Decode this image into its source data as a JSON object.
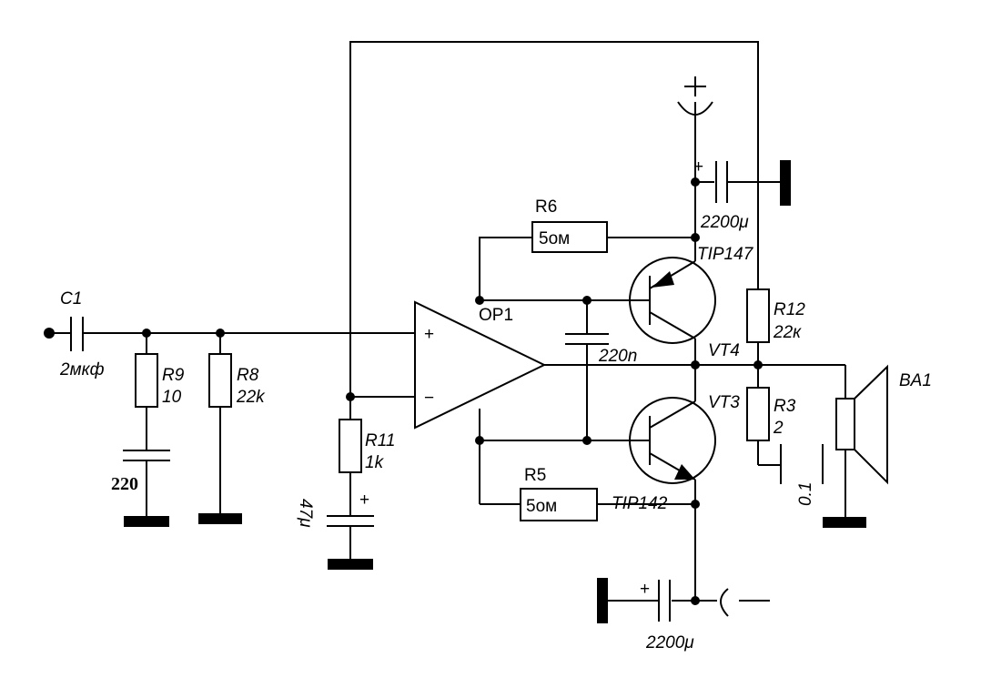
{
  "components": {
    "c1": {
      "ref": "C1",
      "value": "2мкф"
    },
    "r9": {
      "ref": "R9",
      "value": "10"
    },
    "r8": {
      "ref": "R8",
      "value": "22k"
    },
    "c_filter": {
      "value": "220"
    },
    "r11": {
      "ref": "R11",
      "value": "1k"
    },
    "c_fb": {
      "value": "47μ",
      "polarity": "+"
    },
    "op1": {
      "ref": "OP1",
      "plus": "+",
      "minus": "−"
    },
    "r6": {
      "ref": "R6",
      "value": "5ом"
    },
    "r5": {
      "ref": "R5",
      "value": "5ом"
    },
    "c_comp": {
      "value": "220n"
    },
    "vt4": {
      "ref": "VT4",
      "part": "TIP147"
    },
    "vt3": {
      "ref": "VT3",
      "part": "TIP142"
    },
    "c_top": {
      "value": "2200μ",
      "polarity": "+"
    },
    "c_bot": {
      "value": "2200μ",
      "polarity": "+"
    },
    "r12": {
      "ref": "R12",
      "value": "22к"
    },
    "r3": {
      "ref": "R3",
      "value": "2"
    },
    "c_zobel": {
      "value": "0.1"
    },
    "ba1": {
      "ref": "BA1"
    },
    "supply_plus": {
      "symbol": "+"
    }
  }
}
